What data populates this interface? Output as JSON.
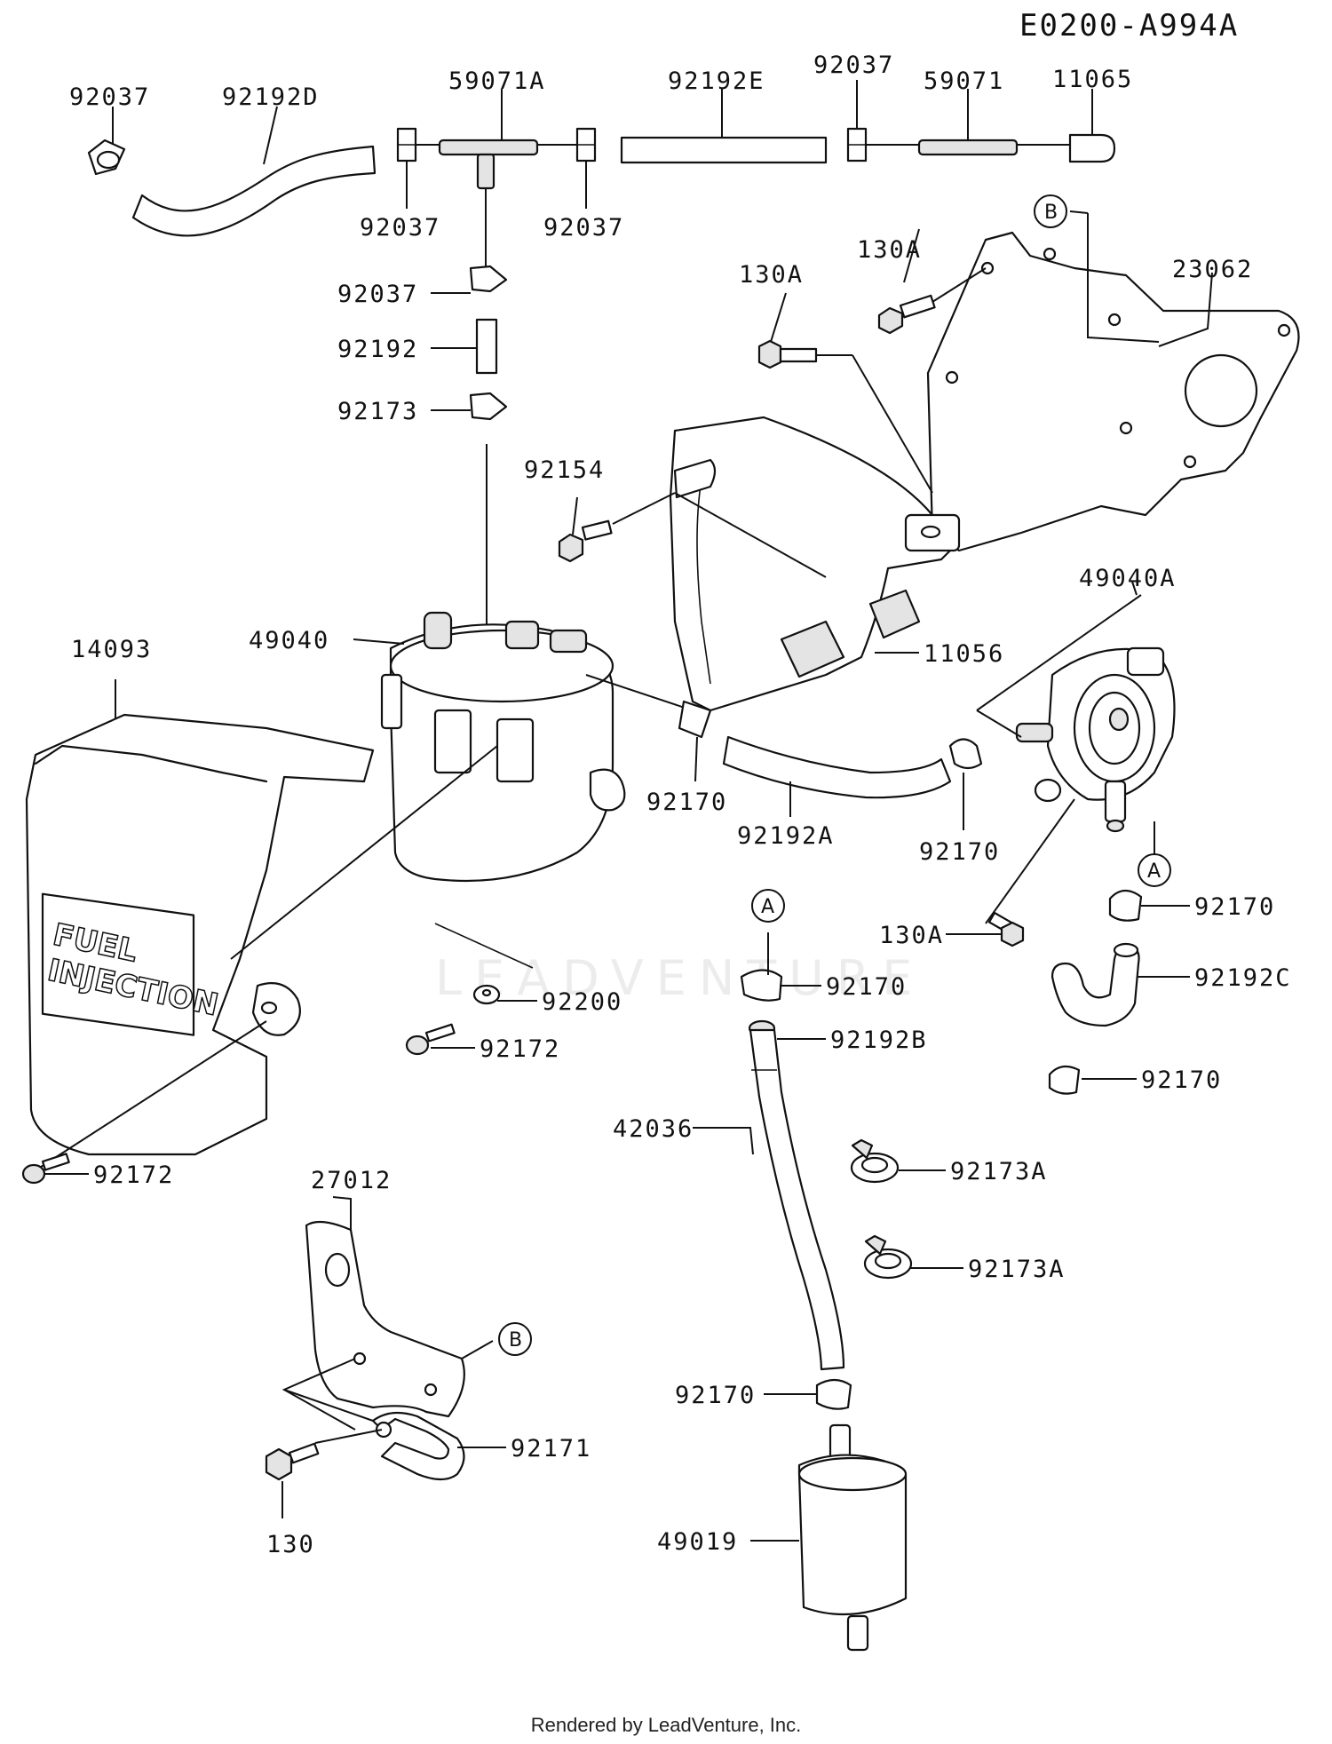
{
  "diagram_id": "E0200-A994A",
  "footer": "Rendered by LeadVenture, Inc.",
  "watermark": "LEADVENTURE",
  "logo_lines": [
    "FUEL",
    "INJECTION"
  ],
  "callouts": {
    "c_92037_tl": "92037",
    "c_92192D": "92192D",
    "c_59071A": "59071A",
    "c_92192E": "92192E",
    "c_92037_tr": "92037",
    "c_59071": "59071",
    "c_11065": "11065",
    "c_92037_bl": "92037",
    "c_92037_br": "92037",
    "c_92037_mid": "92037",
    "c_92192": "92192",
    "c_92173": "92173",
    "c_130A_1": "130A",
    "c_130A_2": "130A",
    "c_23062": "23062",
    "c_92154": "92154",
    "c_49040A": "49040A",
    "c_49040": "49040",
    "c_14093": "14093",
    "c_11056": "11056",
    "c_92170_a": "92170",
    "c_92192A": "92192A",
    "c_92170_b": "92170",
    "c_92170_c": "92170",
    "c_130A_3": "130A",
    "c_92170_d": "92170",
    "c_92192C": "92192C",
    "c_92200": "92200",
    "c_92172_a": "92172",
    "c_92192B": "92192B",
    "c_92170_e": "92170",
    "c_42036": "42036",
    "c_92172_b": "92172",
    "c_27012": "27012",
    "c_92173A_1": "92173A",
    "c_92173A_2": "92173A",
    "c_92170_f": "92170",
    "c_92171": "92171",
    "c_130": "130",
    "c_49019": "49019"
  },
  "ref_markers": {
    "b_top": "B",
    "a_right": "A",
    "a_mid": "A",
    "b_bottom": "B"
  }
}
